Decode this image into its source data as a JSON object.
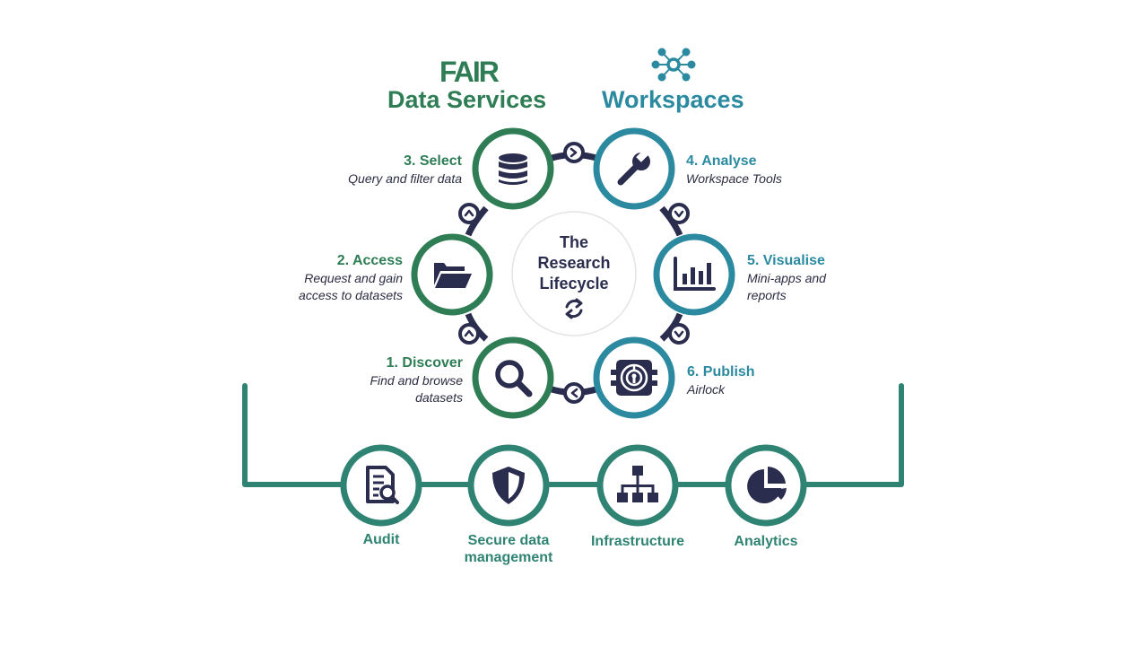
{
  "header": {
    "left_logo": "FAIR",
    "left_title": "Data Services",
    "right_title": "Workspaces"
  },
  "center": {
    "title": "The Research Lifecycle",
    "icon": "refresh-icon"
  },
  "steps": [
    {
      "title": "1. Discover",
      "description": "Find and browse datasets",
      "icon": "magnifier-icon",
      "group": "data-services"
    },
    {
      "title": "2. Access",
      "description": "Request and gain access to datasets",
      "icon": "folder-open-icon",
      "group": "data-services"
    },
    {
      "title": "3. Select",
      "description": "Query and filter data",
      "icon": "database-icon",
      "group": "data-services"
    },
    {
      "title": "4. Analyse",
      "description": "Workspace Tools",
      "icon": "wrench-icon",
      "group": "workspaces"
    },
    {
      "title": "5. Visualise",
      "description": "Mini-apps and reports",
      "icon": "bar-chart-icon",
      "group": "workspaces"
    },
    {
      "title": "6. Publish",
      "description": "Airlock",
      "icon": "airlock-icon",
      "group": "workspaces"
    }
  ],
  "foundation": [
    {
      "label": "Audit",
      "icon": "audit-document-icon"
    },
    {
      "label": "Secure data management",
      "icon": "shield-icon"
    },
    {
      "label": "Infrastructure",
      "icon": "network-hierarchy-icon"
    },
    {
      "label": "Analytics",
      "icon": "pie-chart-icon"
    }
  ],
  "colors": {
    "data_services_green": "#2e7d55",
    "workspaces_blue": "#2b8aa0",
    "foundation_teal": "#2f8373",
    "icon_navy": "#2b2d4e"
  }
}
